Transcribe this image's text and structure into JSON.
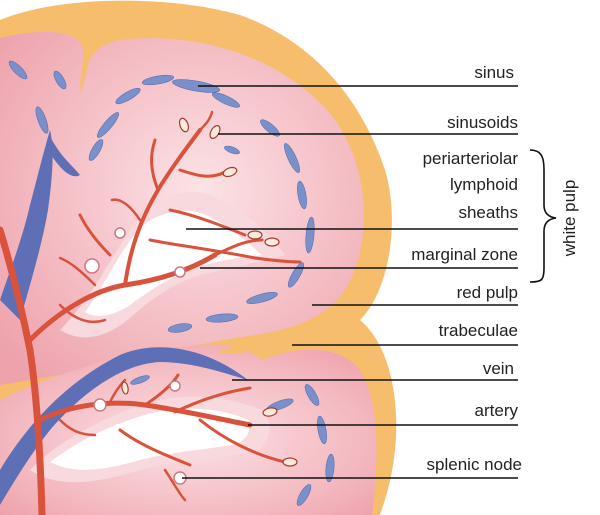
{
  "colors": {
    "capsule": "#f6bd6d",
    "red_pulp": "#f0a9b2",
    "red_pulp_light": "#f7cdd3",
    "white_pulp": "#ffffff",
    "sheath": "#f8d9dd",
    "artery": "#d9523c",
    "artery_dark": "#a83a2a",
    "vein": "#5f6fb5",
    "sinus": "#7b8fc8",
    "label_text": "#222222"
  },
  "labels": {
    "sinus": "sinus",
    "sinusoids": "sinusoids",
    "periarteriolar_1": "periarteriolar",
    "periarteriolar_2": "lymphoid",
    "periarteriolar_3": "sheaths",
    "marginal_zone": "marginal zone",
    "red_pulp": "red pulp",
    "trabeculae": "trabeculae",
    "vein": "vein",
    "artery": "artery",
    "splenic_node": "splenic node"
  },
  "groups": {
    "white_pulp": "white pulp"
  }
}
